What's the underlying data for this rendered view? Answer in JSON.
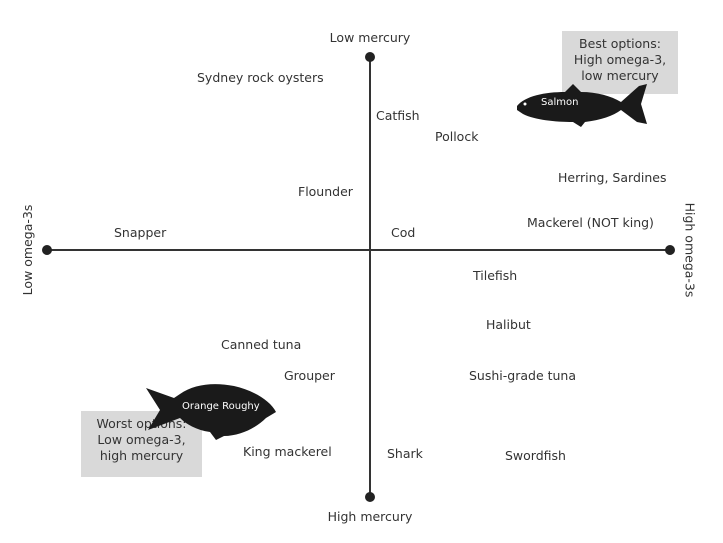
{
  "axes": {
    "top": "Low mercury",
    "bottom": "High mercury",
    "left": "Low omega-3s",
    "right": "High omega-3s"
  },
  "callouts": {
    "best": [
      "Best options:",
      "High omega-3,",
      "low mercury"
    ],
    "worst": [
      "Worst options:",
      "Low omega-3,",
      "high mercury"
    ]
  },
  "fish_icons": {
    "salmon": "Salmon",
    "orange_roughy": "Orange Roughy"
  },
  "items": [
    "Sydney rock oysters",
    "Catfish",
    "Pollock",
    "Flounder",
    "Herring, Sardines",
    "Snapper",
    "Cod",
    "Mackerel (NOT king)",
    "Tilefish",
    "Halibut",
    "Canned tuna",
    "Grouper",
    "Sushi-grade tuna",
    "King mackerel",
    "Shark",
    "Swordfish"
  ],
  "colors": {
    "axis": "#333333",
    "box": "#d9d9d9",
    "fish": "#1a1a1a"
  }
}
